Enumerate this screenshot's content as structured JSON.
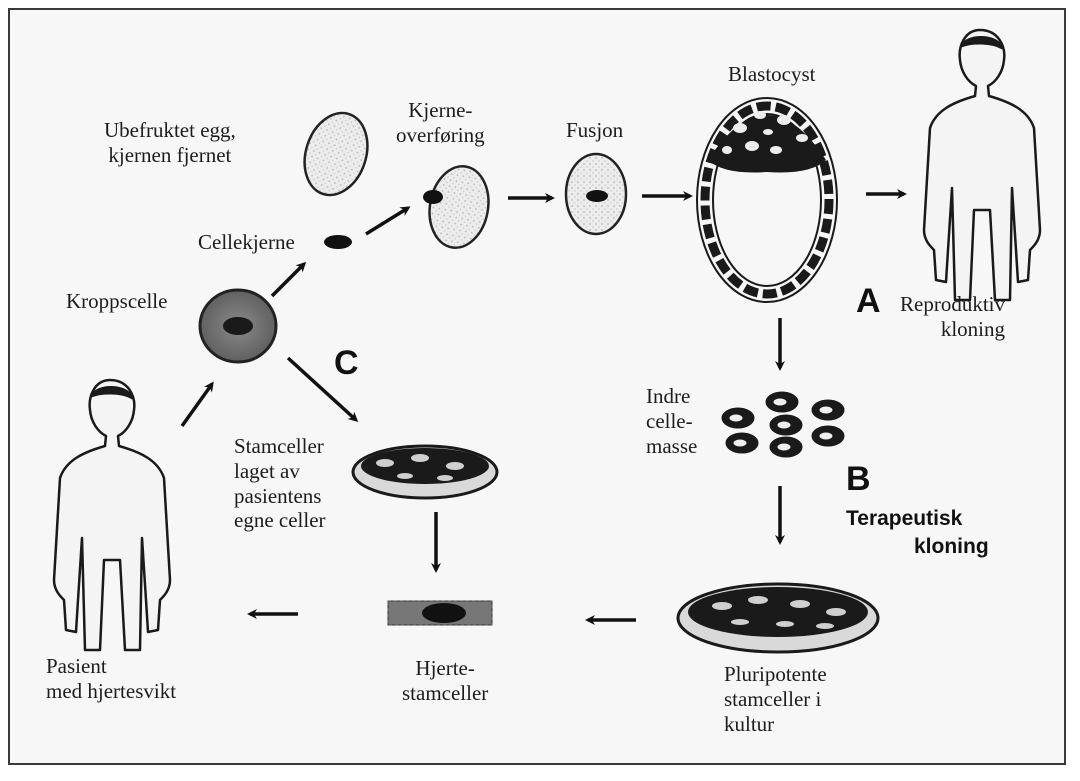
{
  "labels": {
    "egg": [
      "Ubefruktet egg,",
      "kjernen fjernet"
    ],
    "nucleus": "Cellekjerne",
    "body_cell": "Kroppscelle",
    "transfer": [
      "Kjerne-",
      "overføring"
    ],
    "fusion": "Fusjon",
    "blastocyst": "Blastocyst",
    "reproductive": [
      "Reproduktiv",
      "kloning"
    ],
    "inner_mass": [
      "Indre",
      "celle-",
      "masse"
    ],
    "stem_cells_patient": [
      "Stamceller",
      "laget av",
      "pasientens",
      "egne celler"
    ],
    "heart_stem": [
      "Hjerte-",
      "stamceller"
    ],
    "patient": [
      "Pasient",
      "med hjertesvikt"
    ],
    "pluripotent": [
      "Pluripotente",
      "stamceller i",
      "kultur"
    ]
  },
  "markers": {
    "a": "A",
    "b": "B",
    "c": "C"
  },
  "therapeutic": [
    "Terapeutisk",
    "kloning"
  ],
  "colors": {
    "ink": "#1c1c1c",
    "egg_fill": "#e2e2e2",
    "body_cell_fill": "#6e6e6e",
    "background": "#f7f7f7"
  }
}
